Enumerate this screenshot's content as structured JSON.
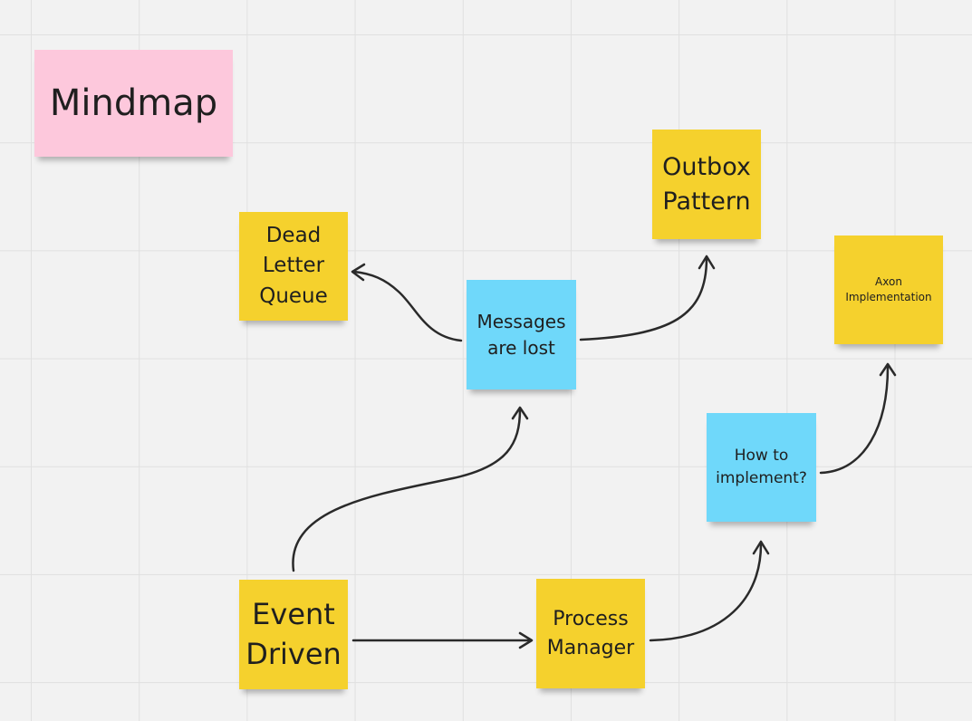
{
  "colors": {
    "board_background": "#f2f2f2",
    "grid_line": "#e0e0e0",
    "yellow_note": "#f5d12d",
    "blue_note": "#6fd8fa",
    "pink_note": "#fdc8dc",
    "connector": "#2a2a2a"
  },
  "notes": {
    "mindmap": "Mindmap",
    "dead_letter_queue": "Dead\nLetter\nQueue",
    "outbox_pattern": "Outbox\nPattern",
    "axon_implementation": "Axon\nImplementation",
    "messages_are_lost": "Messages\nare lost",
    "how_to_implement": "How to\nimplement?",
    "event_driven": "Event\nDriven",
    "process_manager": "Process\nManager"
  },
  "connections": [
    {
      "from": "Event Driven",
      "to": "Messages are lost"
    },
    {
      "from": "Event Driven",
      "to": "Process Manager"
    },
    {
      "from": "Messages are lost",
      "to": "Dead Letter Queue"
    },
    {
      "from": "Messages are lost",
      "to": "Outbox Pattern"
    },
    {
      "from": "Process Manager",
      "to": "How to implement?"
    },
    {
      "from": "How to implement?",
      "to": "Axon Implementation"
    }
  ]
}
